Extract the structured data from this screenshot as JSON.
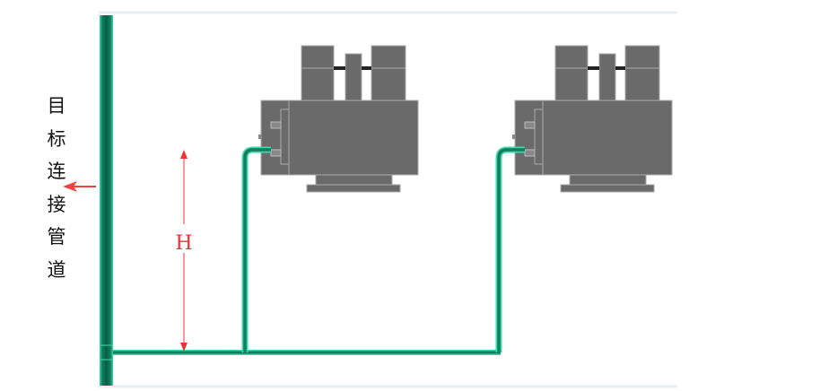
{
  "diagram": {
    "side_label_chars": [
      "目",
      "标",
      "连",
      "接",
      "管",
      "道"
    ],
    "dimension_label": "H",
    "colors": {
      "pipe": "#0f7f5f",
      "pipe_edge": "#3fd6a8",
      "equipment": "#6a6a6a",
      "dimension": "#f03030",
      "frame": "#e8eef6"
    },
    "equipment": [
      "transformer-1",
      "transformer-2"
    ]
  }
}
